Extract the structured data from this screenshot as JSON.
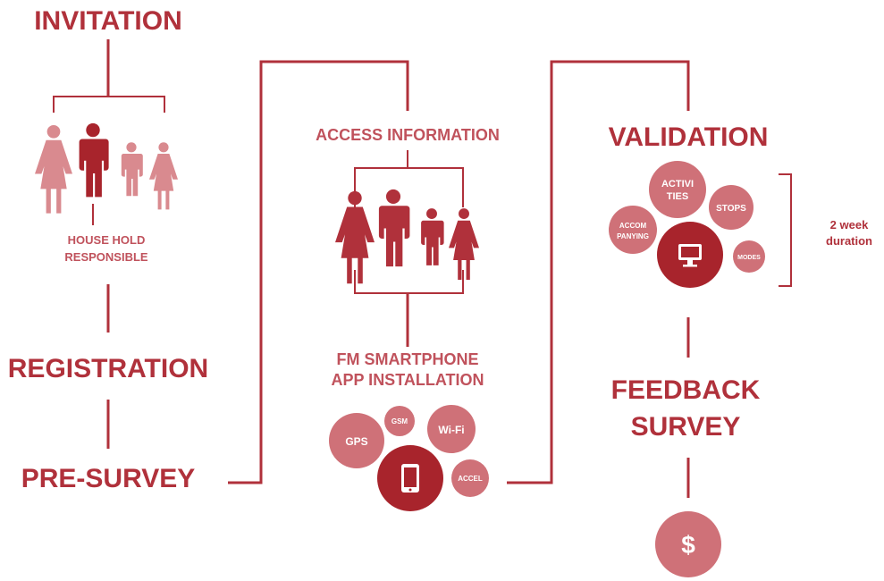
{
  "steps": {
    "invitation": "INVITATION",
    "registration": "REGISTRATION",
    "pre_survey": "PRE-SURVEY",
    "access_information": "ACCESS INFORMATION",
    "app_install_line1": "FM SMARTPHONE",
    "app_install_line2": "APP INSTALLATION",
    "validation": "VALIDATION",
    "feedback_line1": "FEEDBACK",
    "feedback_line2": "SURVEY"
  },
  "household": {
    "line1": "HOUSE HOLD",
    "line2": "RESPONSIBLE"
  },
  "sensors": {
    "gps": "GPS",
    "gsm": "GSM",
    "wifi": "Wi-Fi",
    "accel": "ACCEL"
  },
  "validation_items": {
    "activities_line1": "ACTIVI",
    "activities_line2": "TIES",
    "stops": "STOPS",
    "accompanying_line1": "ACCOM",
    "accompanying_line2": "PANYING",
    "modes": "MODES"
  },
  "duration": {
    "line1": "2 week",
    "line2": "duration"
  },
  "reward_symbol": "$",
  "icons": [
    "family-icon",
    "smartphone-icon",
    "computer-icon",
    "dollar-icon"
  ],
  "colors": {
    "dark_red": "#b0313b",
    "medium_red": "#c0525c",
    "light_red": "#d98a8f",
    "bubble_red": "#cf7178",
    "deep_red": "#a8242c"
  }
}
